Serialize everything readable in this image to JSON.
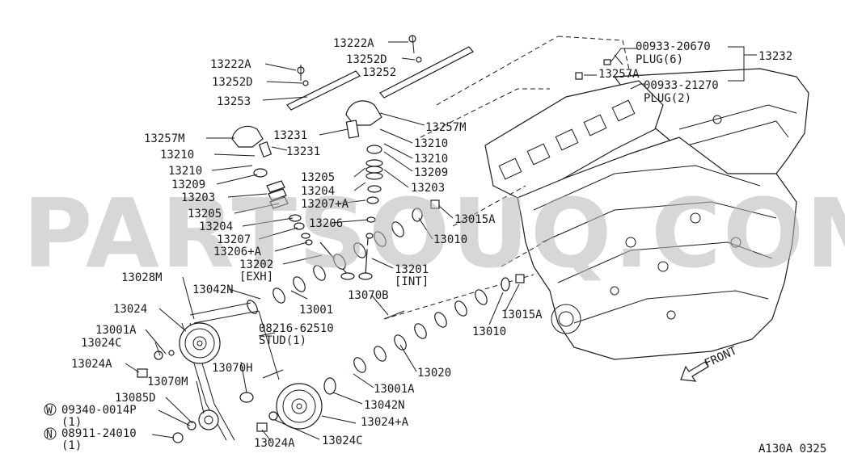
{
  "watermark": "PARTSOUQ.COM",
  "figure_code": "A130A 0325",
  "front_label": "FRONT",
  "callouts": {
    "l13222A_top": "13222A",
    "l13252D_top": "13252D",
    "l13252_top": "13252",
    "l13222A_left": "13222A",
    "l13252D_left": "13252D",
    "l13253": "13253",
    "l13257M_left": "13257M",
    "l13210_a": "13210",
    "l13210_b": "13210",
    "l13209_left": "13209",
    "l13203_left": "13203",
    "l13205_left": "13205",
    "l13204_left": "13204",
    "l13207_left": "13207",
    "l13206A_left": "13206+A",
    "l13202": "13202",
    "l13202_sub": "[EXH]",
    "l13231_a": "13231",
    "l13231_b": "13231",
    "l13257M_right": "13257M",
    "l13210_c": "13210",
    "l13210_d": "13210",
    "l13209_right": "13209",
    "l13205_right": "13205",
    "l13204_right": "13204",
    "l13203_right": "13203",
    "l13207A_right": "13207+A",
    "l13206_right": "13206",
    "l13201": "13201",
    "l13201_sub": "[INT]",
    "l13015A_a": "13015A",
    "l13010_a": "13010",
    "l13028M": "13028M",
    "l13042N_a": "13042N",
    "l13001": "13001",
    "l13070B": "13070B",
    "l13024": "13024",
    "l13001A_a": "13001A",
    "l13024C_a": "13024C",
    "l13024A_a": "13024A",
    "l08216": "08216-62510",
    "l08216_sub": "STUD(1)",
    "l13070H": "13070H",
    "l13070M": "13070M",
    "l13085D": "13085D",
    "l09340": "09340-0014P",
    "l09340_qty": "(1)",
    "l08911": "08911-24010",
    "l08911_qty": "(1)",
    "l13024A_b": "13024A",
    "l13024C_b": "13024C",
    "l13024pA": "13024+A",
    "l13042N_b": "13042N",
    "l13001A_b": "13001A",
    "l13020": "13020",
    "l13010_b": "13010",
    "l13015A_b": "13015A",
    "l13257A": "13257A",
    "l13232": "13232",
    "plug6_part": "00933-20670",
    "plug6_label": "PLUG(6)",
    "plug2_part": "00933-21270",
    "plug2_label": "PLUG(2)",
    "circle_w": "W",
    "circle_n": "N"
  }
}
